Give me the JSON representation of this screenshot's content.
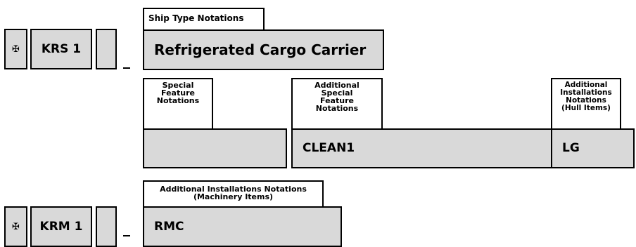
{
  "row1": {
    "mark": "✠",
    "class_notation": "KRS 1",
    "ship_type_label": "Ship Type Notations",
    "ship_type_value": "Refrigerated Cargo Carrier"
  },
  "row2": {
    "special_feature_label": "Special\nFeature\nNotations",
    "special_feature_value": "",
    "additional_special_label": "Additional\nSpecial\nFeature\nNotations",
    "additional_special_value": "CLEAN1",
    "additional_hull_label": "Additional\nInstallations\nNotations\n(Hull Items)",
    "additional_hull_value": "LG"
  },
  "row3": {
    "mark": "✠",
    "class_notation": "KRM 1",
    "machinery_label": "Additional Installations Notations\n(Machinery Items)",
    "machinery_value": "RMC"
  }
}
